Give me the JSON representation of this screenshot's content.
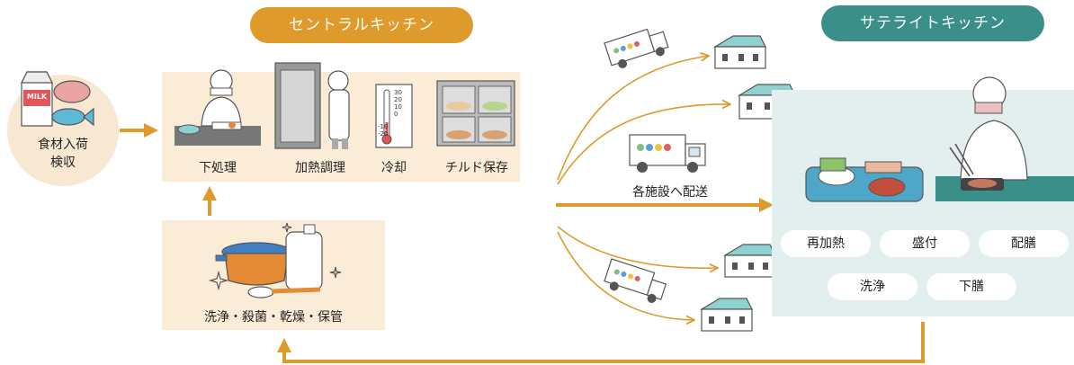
{
  "central_kitchen": {
    "title": "セントラルキッチン",
    "steps": [
      "下処理",
      "加熱調理",
      "冷却",
      "チルド保存"
    ],
    "wash_step": "洗浄・殺菌・乾燥・保管"
  },
  "receiving": {
    "line1": "食材入荷",
    "line2": "検収"
  },
  "delivery": {
    "label": "各施設へ配送"
  },
  "satellite_kitchen": {
    "title": "サテライトキッチン",
    "tasks_row1": [
      "再加熱",
      "盛付",
      "配膳"
    ],
    "tasks_row2": [
      "洗浄",
      "下膳"
    ]
  },
  "milk_text": "MILK",
  "thermometer_ticks": [
    "30",
    "20",
    "10",
    "0",
    "-10",
    "-20"
  ],
  "colors": {
    "accent": "#df9a2c",
    "central_panel": "#fbecd8",
    "satellite_panel": "#e3efef",
    "satellite_title": "#3a8f89",
    "receiving_circle": "#f8e8d2",
    "arrow": "#df9a2c"
  }
}
